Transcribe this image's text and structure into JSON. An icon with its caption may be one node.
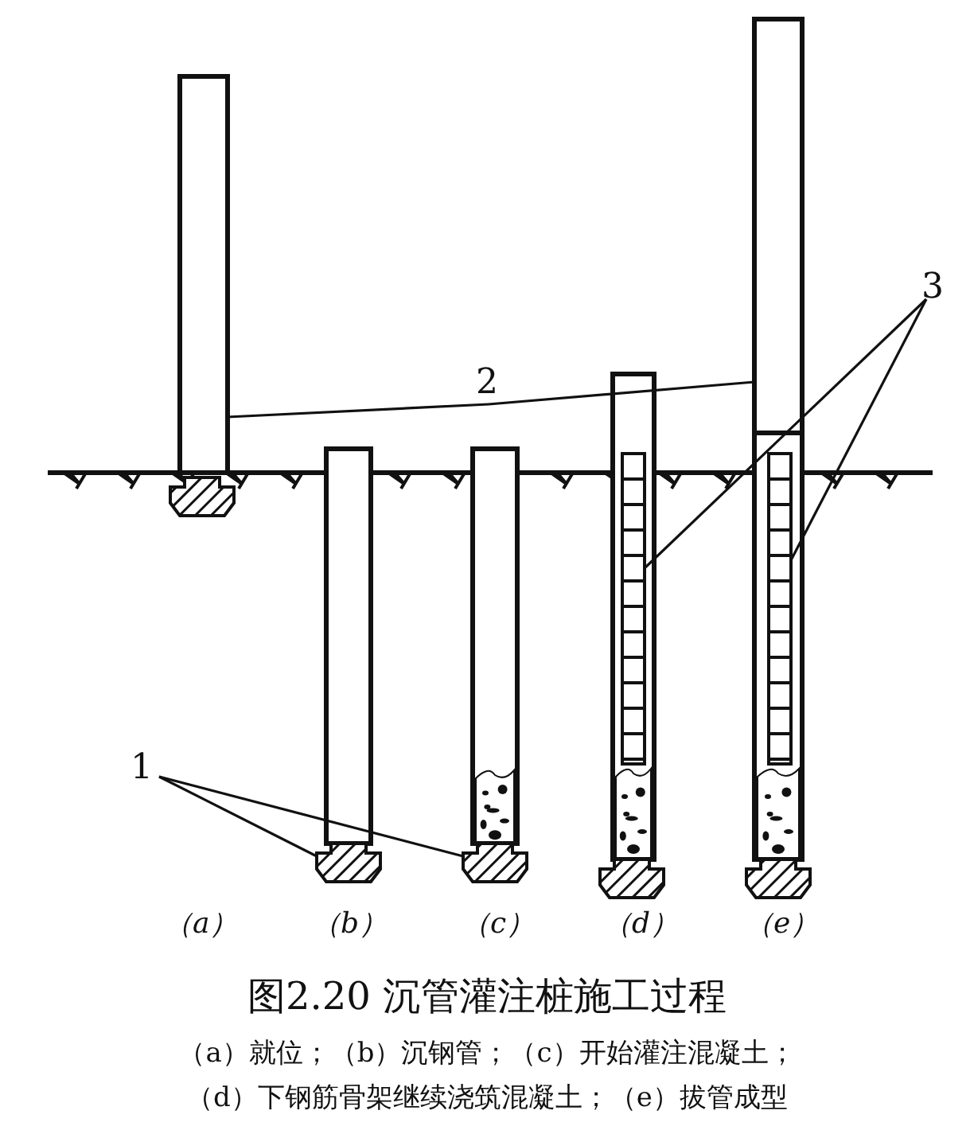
{
  "diagram": {
    "title": "图2.20 沉管灌注桩施工过程",
    "caption": "（a）就位；（b）沉钢管；（c）开始灌注混凝土；（d）下钢筋骨架继续浇筑混凝土；（e）拔管成型",
    "nodes": [
      {
        "text": [
          "2"
        ]
      },
      {
        "text": [],
        "shape": "box"
      },
      {
        "text": [],
        "shape": "box"
      },
      {
        "text": [
          "3"
        ]
      },
      {
        "text": [],
        "shape": "box",
        "in": 11
      },
      {
        "text": [],
        "shape": "box",
        "in": 12
      },
      {
        "text": [
          "1"
        ]
      },
      {
        "text": [],
        "shape": "box"
      },
      {
        "text": [],
        "shape": "box"
      },
      {
        "text": [],
        "shape": "box"
      },
      {
        "text": [],
        "shape": "box"
      },
      {
        "text": [],
        "shape": "box"
      },
      {
        "text": [],
        "shape": "box"
      },
      {
        "text": [],
        "shape": "box"
      },
      {
        "text": [],
        "shape": "box"
      },
      {
        "text": [],
        "shape": "box"
      }
    ],
    "edges": [
      {
        "from": 0,
        "to": 1,
        "arrow": "none"
      },
      {
        "from": 0,
        "to": 2,
        "arrow": "none"
      },
      {
        "from": 3,
        "to": 4,
        "arrow": "none"
      },
      {
        "from": 3,
        "to": 5,
        "arrow": "none"
      },
      {
        "from": 6,
        "to": 7,
        "arrow": "none"
      },
      {
        "from": 6,
        "to": 8,
        "arrow": "none"
      }
    ],
    "labels": [
      "（a）",
      "（b）",
      "（c）",
      "（d）",
      "（e）"
    ]
  }
}
